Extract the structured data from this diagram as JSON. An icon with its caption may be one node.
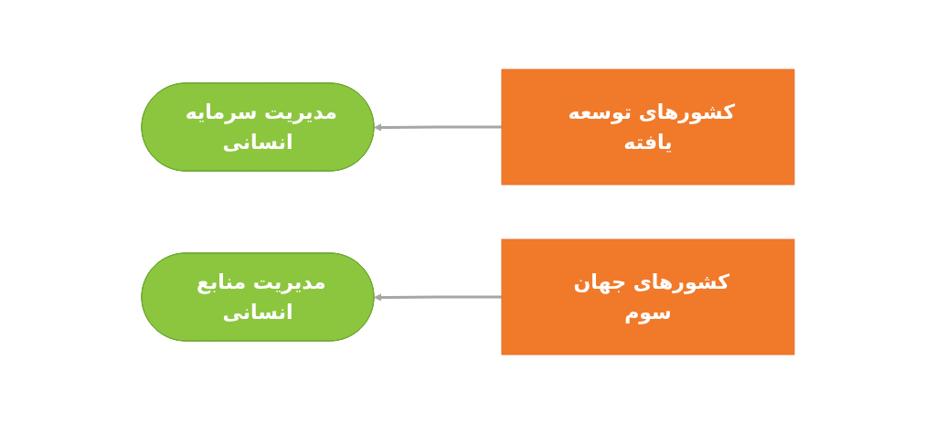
{
  "diagram": {
    "nodes": [
      {
        "text": [
          "کشورهای توسعه یافته"
        ]
      },
      {
        "text": [
          "مدیریت سرمایه انسانی"
        ]
      },
      {
        "text": [
          "کشورهای جهان سوم"
        ]
      },
      {
        "text": [
          "مدیریت منابع انسانی"
        ]
      }
    ],
    "edges": [
      {
        "from": 0,
        "to": 1,
        "arrow": "to"
      },
      {
        "from": 2,
        "to": 3,
        "arrow": "to"
      }
    ]
  }
}
